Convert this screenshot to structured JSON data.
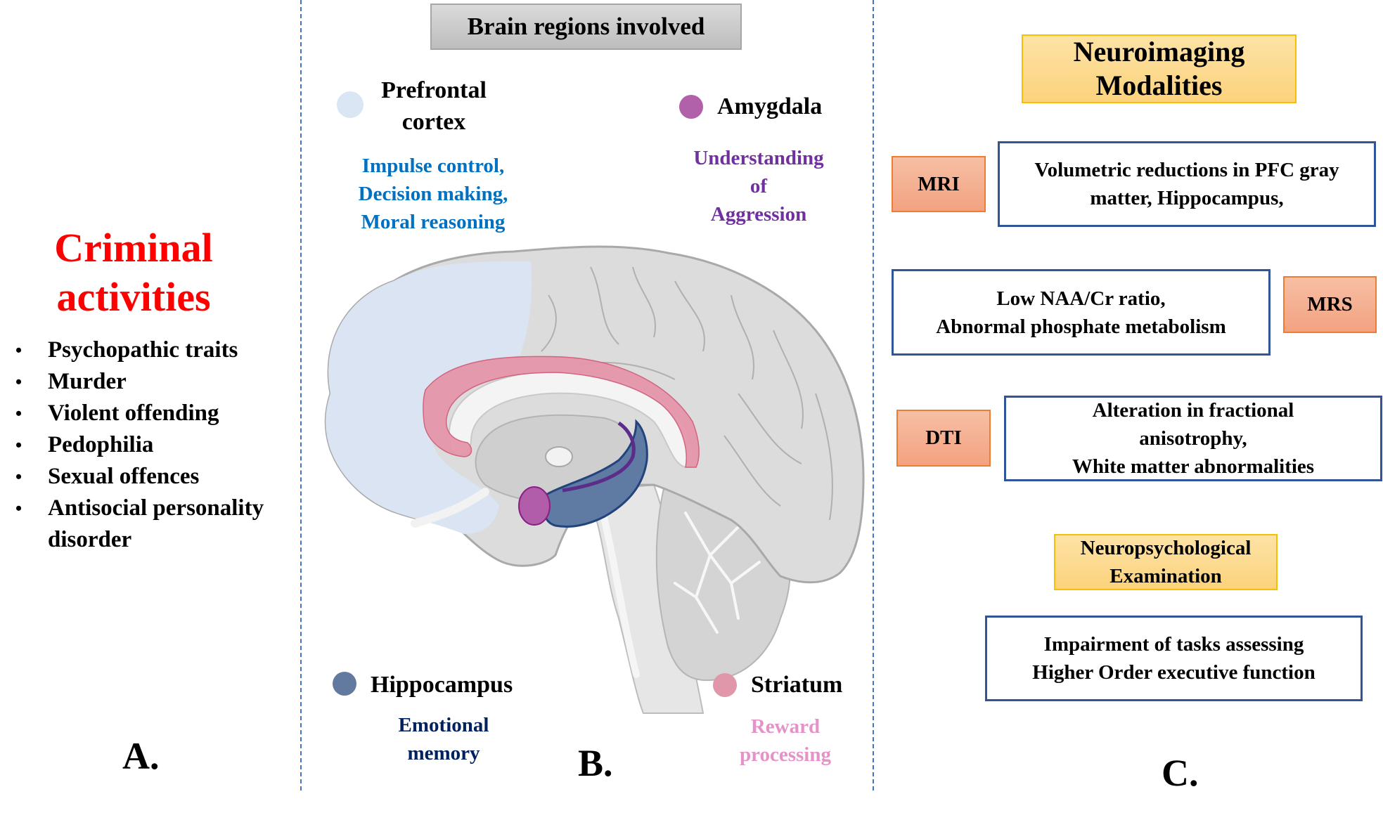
{
  "panel_a": {
    "title_lines": [
      "Criminal",
      "activities"
    ],
    "items": [
      "Psychopathic traits",
      "Murder",
      "Violent offending",
      "Pedophilia",
      "Sexual offences",
      "Antisocial personality disorder"
    ],
    "label": "A.",
    "title_color": "#ff0000"
  },
  "panel_b": {
    "header": "Brain regions involved",
    "regions": {
      "prefrontal": {
        "name_lines": [
          "Prefrontal",
          "cortex"
        ],
        "function_lines": [
          "Impulse control,",
          "Decision making,",
          "Moral reasoning"
        ],
        "dot_color": "#dae6f4",
        "text_color": "#0070c0"
      },
      "amygdala": {
        "name": "Amygdala",
        "function_lines": [
          "Understanding",
          "of",
          "Aggression"
        ],
        "dot_color": "#b061aa",
        "text_color": "#7030a0"
      },
      "hippocampus": {
        "name": "Hippocampus",
        "function_lines": [
          "Emotional",
          "memory"
        ],
        "dot_color": "#637a9f",
        "text_color": "#002060"
      },
      "striatum": {
        "name": "Striatum",
        "function_lines": [
          "Reward",
          "processing"
        ],
        "dot_color": "#e097a9",
        "text_color": "#e592c8"
      }
    },
    "label": "B."
  },
  "panel_c": {
    "header_lines": [
      "Neuroimaging",
      "Modalities"
    ],
    "modalities": [
      {
        "name": "MRI",
        "finding_lines": [
          "Volumetric reductions in PFC gray",
          "matter, Hippocampus,"
        ]
      },
      {
        "name": "MRS",
        "finding_lines": [
          "Low NAA/Cr ratio,",
          "Abnormal phosphate metabolism"
        ]
      },
      {
        "name": "DTI",
        "finding_lines": [
          "Alteration in fractional",
          "anisotrophy,",
          "White matter abnormalities"
        ]
      }
    ],
    "neuropsych_header_lines": [
      "Neuropsychological",
      "Examination"
    ],
    "neuropsych_finding_lines": [
      "Impairment of tasks assessing",
      "Higher Order executive function"
    ],
    "label": "C."
  }
}
